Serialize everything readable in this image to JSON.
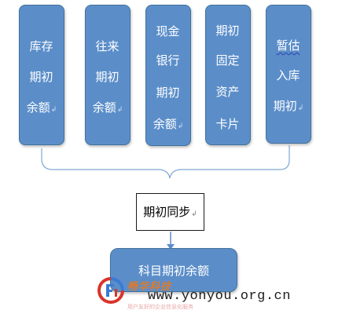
{
  "boxes": [
    {
      "lines": [
        "库存",
        "期初",
        "余额"
      ],
      "marks": [
        "",
        "",
        "↲"
      ]
    },
    {
      "lines": [
        "往来",
        "期初",
        "余额"
      ],
      "marks": [
        "",
        "",
        "↲"
      ]
    },
    {
      "lines": [
        "现金",
        "银行",
        "期初",
        "余额"
      ],
      "marks": [
        "",
        "",
        "",
        "↲"
      ]
    },
    {
      "lines": [
        "期初",
        "固定",
        "资产",
        "卡片"
      ],
      "marks": [
        "",
        "",
        "",
        ""
      ]
    },
    {
      "lines": [
        "暂估",
        "入库",
        "期初"
      ],
      "marks": [
        "",
        "",
        "↲"
      ]
    }
  ],
  "sync": {
    "label": "期初同步",
    "mark": "↲"
  },
  "result": {
    "label": "科目期初余额"
  },
  "watermark": {
    "brand": "畅华科技",
    "url": "www.yonyou.org.cn",
    "subtitle": "用户友好的企业信息化服务"
  },
  "colors": {
    "box_fill": "#5b8ec9",
    "box_border": "#41719c",
    "connector": "#7fa6d4"
  }
}
